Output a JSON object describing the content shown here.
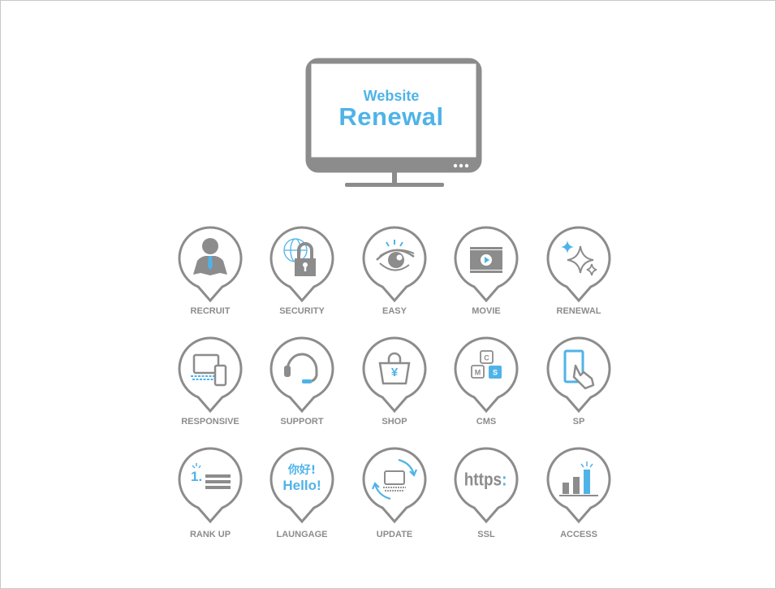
{
  "colors": {
    "gray": "#8c8c8c",
    "blue": "#4fb3e8"
  },
  "hero": {
    "line1": "Website",
    "line2": "Renewal"
  },
  "icons": [
    {
      "label": "RECRUIT",
      "icon": "businessman-icon"
    },
    {
      "label": "SECURITY",
      "icon": "globe-lock-icon"
    },
    {
      "label": "EASY",
      "icon": "eye-icon"
    },
    {
      "label": "MOVIE",
      "icon": "video-film-icon"
    },
    {
      "label": "RENEWAL",
      "icon": "sparkle-icon"
    },
    {
      "label": "RESPONSIVE",
      "icon": "devices-icon"
    },
    {
      "label": "SUPPORT",
      "icon": "headset-icon"
    },
    {
      "label": "SHOP",
      "icon": "shopping-bag-icon",
      "glyph": "¥"
    },
    {
      "label": "CMS",
      "icon": "cms-blocks-icon",
      "letters": [
        "C",
        "M",
        "S"
      ]
    },
    {
      "label": "SP",
      "icon": "smartphone-tap-icon"
    },
    {
      "label": "RANK UP",
      "icon": "ranking-icon",
      "glyph": "1."
    },
    {
      "label": "LAUNGAGE",
      "icon": "language-icon",
      "line1": "你好!",
      "line2": "Hello!"
    },
    {
      "label": "UPDATE",
      "icon": "update-cycle-icon"
    },
    {
      "label": "SSL",
      "icon": "https-icon",
      "glyph1": "https",
      "glyph2": ":"
    },
    {
      "label": "ACCESS",
      "icon": "bar-chart-icon"
    }
  ]
}
